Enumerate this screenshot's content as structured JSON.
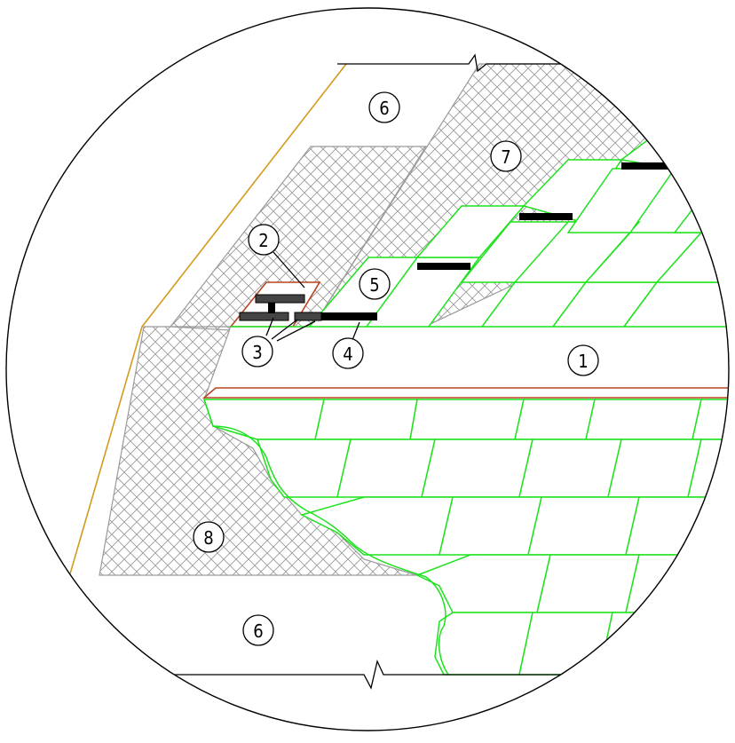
{
  "diagram": {
    "colors": {
      "outline": "#000000",
      "shingle": "#1fe21f",
      "ridge": "#b7431f",
      "fascia": "#d49a1c",
      "hatch": "#9a9a9a",
      "background": "#ffffff"
    },
    "callouts": [
      {
        "id": "c1",
        "label": "1"
      },
      {
        "id": "c2",
        "label": "2"
      },
      {
        "id": "c3",
        "label": "3"
      },
      {
        "id": "c4",
        "label": "4"
      },
      {
        "id": "c5",
        "label": "5"
      },
      {
        "id": "c6a",
        "label": "6"
      },
      {
        "id": "c6b",
        "label": "6"
      },
      {
        "id": "c7",
        "label": "7"
      },
      {
        "id": "c8",
        "label": "8"
      }
    ]
  }
}
